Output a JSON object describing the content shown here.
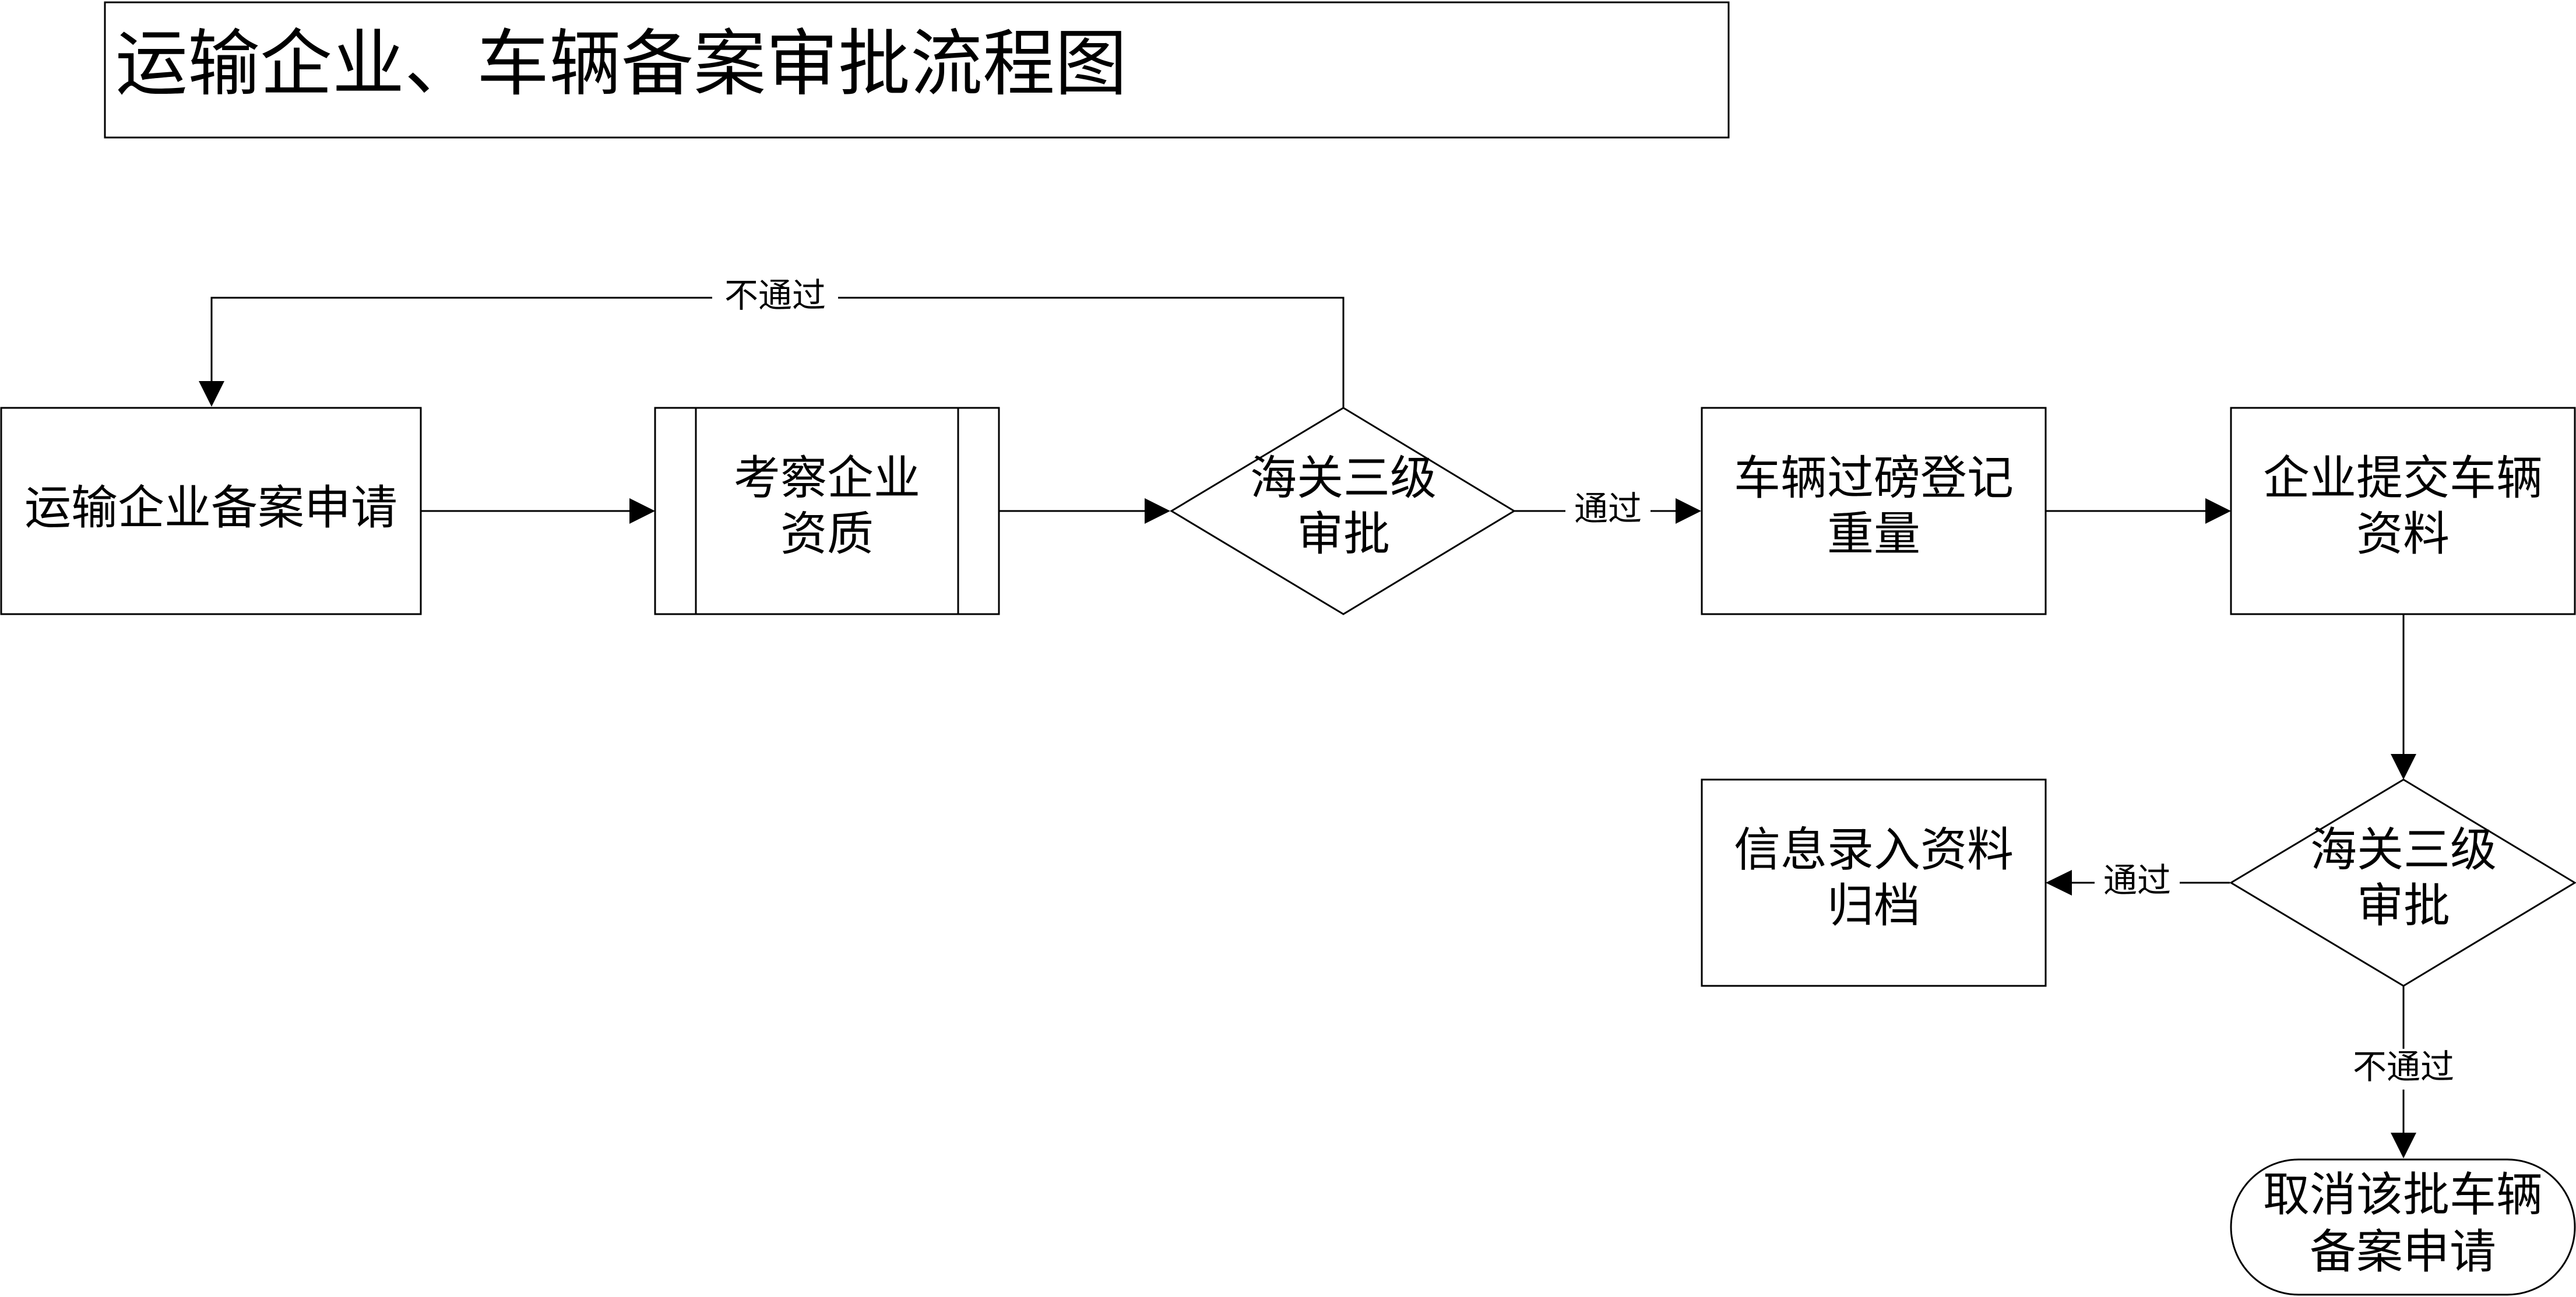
{
  "title": "运输企业、车辆备案审批流程图",
  "colors": {
    "line": "#000000",
    "background": "#ffffff",
    "text": "#000000"
  },
  "nodes": {
    "apply": {
      "lines": [
        "运输企业备案申请"
      ]
    },
    "inspect": {
      "lines": [
        "考察企业",
        "资质"
      ]
    },
    "customs1": {
      "lines": [
        "海关三级",
        "审批"
      ]
    },
    "weigh": {
      "lines": [
        "车辆过磅登记",
        "重量"
      ]
    },
    "submit": {
      "lines": [
        "企业提交车辆",
        "资料"
      ]
    },
    "customs2": {
      "lines": [
        "海关三级",
        "审批"
      ]
    },
    "archive": {
      "lines": [
        "信息录入资料",
        "归档"
      ]
    },
    "cancel": {
      "lines": [
        "取消该批车辆",
        "备案申请"
      ]
    }
  },
  "edge_labels": {
    "reject1": "不通过",
    "pass1": "通过",
    "pass2": "通过",
    "reject2": "不通过"
  }
}
